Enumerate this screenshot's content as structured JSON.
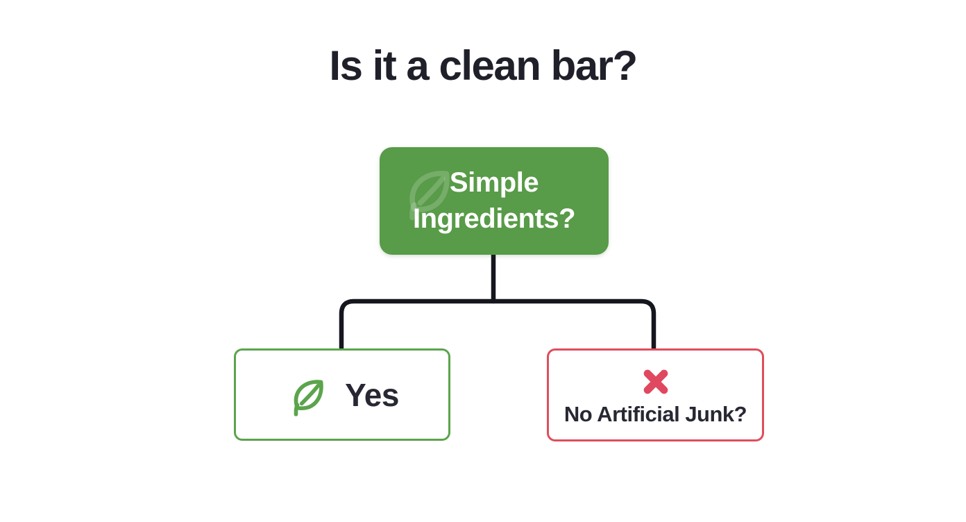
{
  "title": "Is it a clean bar?",
  "flowchart": {
    "root": {
      "label": "Simple Ingredients?",
      "icon": "leaf-watermark-icon"
    },
    "yes_branch": {
      "label": "Yes",
      "icon": "leaf-icon"
    },
    "no_branch": {
      "label": "No Artificial Junk?",
      "icon": "x-mark-icon"
    }
  },
  "colors": {
    "background": "#ffffff",
    "node-green": "#589b48",
    "yes-border": "#5ba44c",
    "leaf-green": "#5ba44c",
    "no-border": "#e04d5c",
    "x-red": "#e0485f",
    "connector": "#15161e",
    "title-text": "#1f2029",
    "label-text": "#272833"
  }
}
